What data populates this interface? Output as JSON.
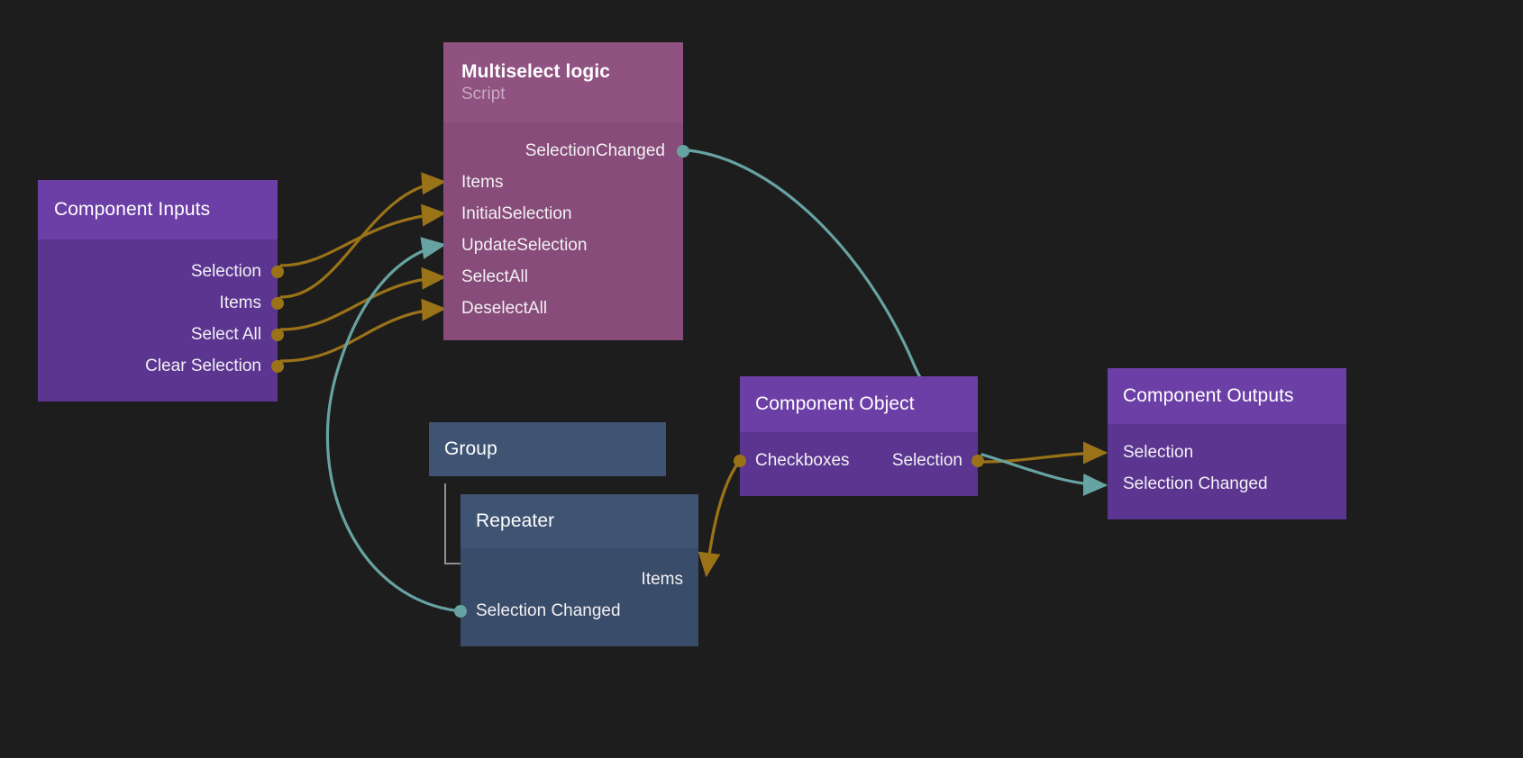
{
  "canvas": {
    "background": "#1e1d1d",
    "wire_colors": {
      "amber": "#9a7318",
      "teal": "#67a3a2"
    }
  },
  "nodes": {
    "component_inputs": {
      "title": "Component Inputs",
      "subtitle": "",
      "color_header": "#6c3fa6",
      "color_body": "#5b3590",
      "outputs": [
        {
          "label": "Selection",
          "dot": "amber"
        },
        {
          "label": "Items",
          "dot": "amber"
        },
        {
          "label": "Select All",
          "dot": "amber"
        },
        {
          "label": "Clear Selection",
          "dot": "amber"
        }
      ]
    },
    "multiselect_logic": {
      "title": "Multiselect logic",
      "subtitle": "Script",
      "color_header": "#8f5281",
      "color_body": "#874c79",
      "outputs": [
        {
          "label": "SelectionChanged",
          "dot": "teal"
        }
      ],
      "inputs": [
        {
          "label": "Items",
          "dot": "amber"
        },
        {
          "label": "InitialSelection",
          "dot": "amber"
        },
        {
          "label": "UpdateSelection",
          "dot": "teal"
        },
        {
          "label": "SelectAll",
          "dot": "amber"
        },
        {
          "label": "DeselectAll",
          "dot": "amber"
        }
      ]
    },
    "group": {
      "title": "Group",
      "color_header": "#3f5372",
      "color_body": "#394c69"
    },
    "repeater": {
      "title": "Repeater",
      "color_header": "#3f5372",
      "color_body": "#394c69",
      "outputs": [
        {
          "label": "Items",
          "dot": "amber"
        }
      ],
      "inputs": [
        {
          "label": "Selection Changed",
          "dot": "teal"
        }
      ]
    },
    "component_object": {
      "title": "Component Object",
      "color_header": "#6c3fa6",
      "color_body": "#5b3590",
      "inputs": [
        {
          "label": "Checkboxes",
          "dot": "amber"
        }
      ],
      "outputs": [
        {
          "label": "Selection",
          "dot": "amber"
        }
      ]
    },
    "component_outputs": {
      "title": "Component Outputs",
      "color_header": "#6c3fa6",
      "color_body": "#5b3590",
      "inputs": [
        {
          "label": "Selection",
          "dot": "amber"
        },
        {
          "label": "Selection Changed",
          "dot": "teal"
        }
      ]
    }
  },
  "connections": [
    {
      "from": "component_inputs.Items",
      "to": "multiselect_logic.Items",
      "color": "amber"
    },
    {
      "from": "component_inputs.Selection",
      "to": "multiselect_logic.InitialSelection",
      "color": "amber"
    },
    {
      "from": "component_inputs.Select All",
      "to": "multiselect_logic.SelectAll",
      "color": "amber"
    },
    {
      "from": "component_inputs.Clear Selection",
      "to": "multiselect_logic.DeselectAll",
      "color": "amber"
    },
    {
      "from": "repeater.Selection Changed",
      "to": "multiselect_logic.UpdateSelection",
      "color": "teal"
    },
    {
      "from": "multiselect_logic.SelectionChanged",
      "to": "component_object",
      "color": "teal"
    },
    {
      "from": "component_object.Selection",
      "to": "component_outputs.Selection",
      "color": "amber"
    },
    {
      "from": "component_object.Selection",
      "to": "component_outputs.Selection Changed",
      "color": "teal"
    },
    {
      "from": "component_object.Checkboxes",
      "to": "repeater.Items",
      "color": "amber"
    }
  ]
}
